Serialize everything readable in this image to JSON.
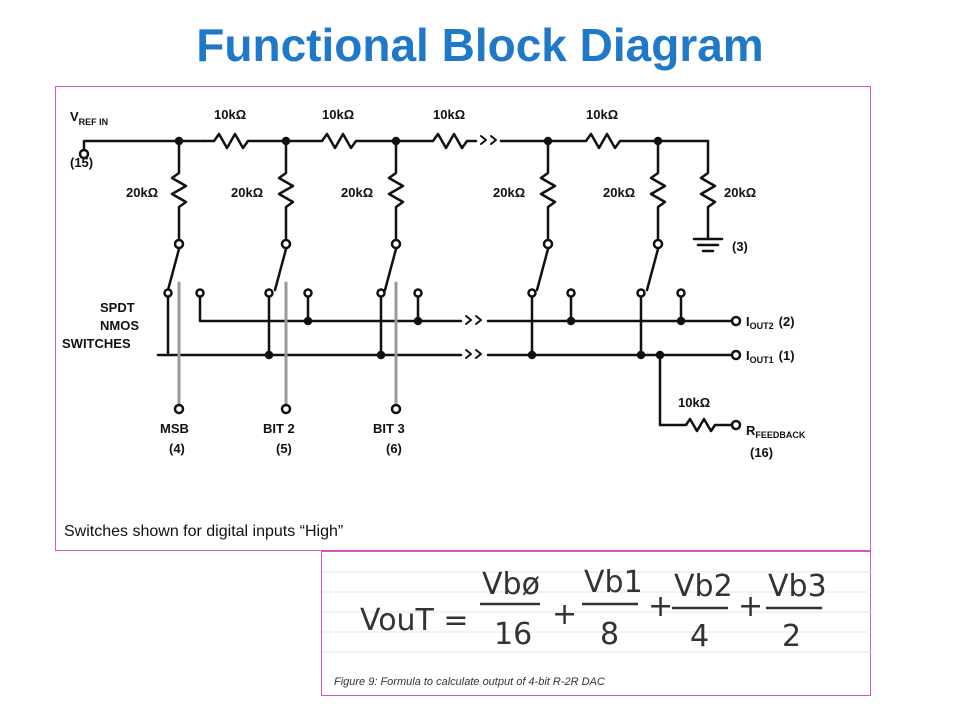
{
  "title": "Functional Block Diagram",
  "circuit": {
    "vref_label": "V",
    "vref_sub": "REF IN",
    "vref_pin": "(15)",
    "series_resistor": "10kΩ",
    "shunt_resistor": "20kΩ",
    "ground_pin": "(3)",
    "switch_label_1": "SPDT",
    "switch_label_2": "NMOS",
    "switch_label_3": "SWITCHES",
    "iout2_label": "I",
    "iout2_sub": "OUT2",
    "iout2_pin": "(2)",
    "iout1_label": "I",
    "iout1_sub": "OUT1",
    "iout1_pin": "(1)",
    "rfb_resistor": "10kΩ",
    "rfb_label": "R",
    "rfb_sub": "FEEDBACK",
    "rfb_pin": "(16)",
    "bits": [
      {
        "name": "MSB",
        "pin": "(4)"
      },
      {
        "name": "BIT 2",
        "pin": "(5)"
      },
      {
        "name": "BIT 3",
        "pin": "(6)"
      }
    ],
    "note": "Switches shown for digital inputs “High”"
  },
  "formula": {
    "lhs": "VouT =",
    "terms": [
      {
        "num": "Vbø",
        "den": "16"
      },
      {
        "num": "Vb1",
        "den": "8"
      },
      {
        "num": "Vb2",
        "den": "4"
      },
      {
        "num": "Vb3",
        "den": "2"
      }
    ],
    "plus": "+",
    "caption": "Figure 9: Formula to calculate output of 4-bit R-2R DAC"
  }
}
